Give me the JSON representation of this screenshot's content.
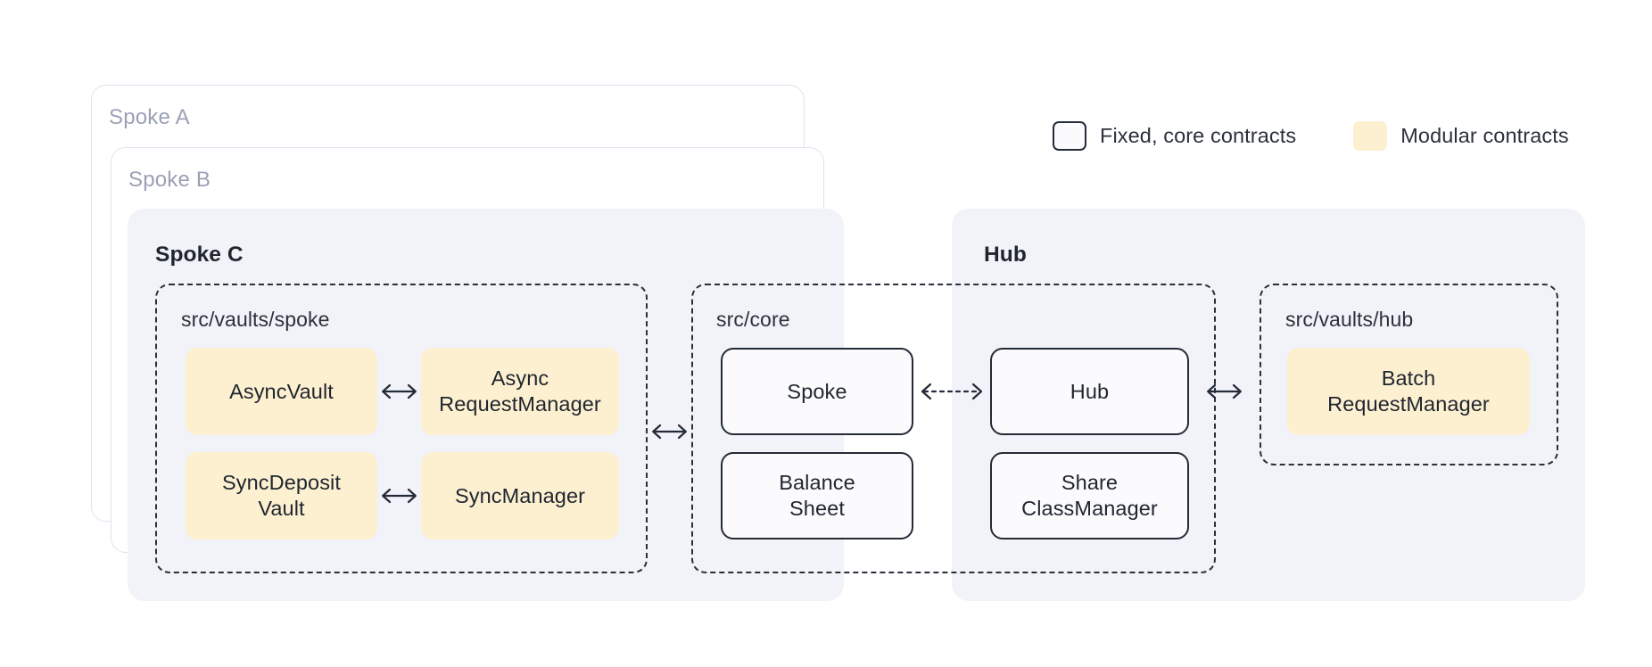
{
  "legend": {
    "items": [
      {
        "label": "Fixed, core contracts",
        "swatch": "core",
        "color": "#fbfbfe",
        "border": "#242b38"
      },
      {
        "label": "Modular contracts",
        "swatch": "modular",
        "color": "#fdf0d1"
      }
    ]
  },
  "shells": [
    {
      "title": "Spoke A"
    },
    {
      "title": "Spoke B"
    }
  ],
  "panels": {
    "spoke_c": {
      "title": "Spoke C"
    },
    "hub": {
      "title": "Hub"
    }
  },
  "groups": {
    "vaults_spoke": {
      "title": "src/vaults/spoke"
    },
    "core": {
      "title": "src/core"
    },
    "vaults_hub": {
      "title": "src/vaults/hub"
    }
  },
  "nodes": {
    "async_vault": {
      "label": "AsyncVault",
      "kind": "modular"
    },
    "async_request_manager": {
      "label": "Async\nRequestManager",
      "line1": "Async",
      "line2": "RequestManager",
      "kind": "modular"
    },
    "sync_deposit_vault": {
      "label": "SyncDeposit\nVault",
      "line1": "SyncDeposit",
      "line2": "Vault",
      "kind": "modular"
    },
    "sync_manager": {
      "label": "SyncManager",
      "kind": "modular"
    },
    "spoke": {
      "label": "Spoke",
      "kind": "core"
    },
    "balance_sheet": {
      "label": "Balance\nSheet",
      "line1": "Balance",
      "line2": "Sheet",
      "kind": "core"
    },
    "hub": {
      "label": "Hub",
      "kind": "core"
    },
    "share_class_manager": {
      "label": "Share\nClassManager",
      "line1": "Share",
      "line2": "ClassManager",
      "kind": "core"
    },
    "batch_request_manager": {
      "label": "Batch\nRequestManager",
      "line1": "Batch",
      "line2": "RequestManager",
      "kind": "modular"
    }
  },
  "arrows": [
    {
      "name": "async-vault-to-async-request-manager",
      "glyph": "bidirectional-solid",
      "style": "solid"
    },
    {
      "name": "sync-deposit-vault-to-sync-manager",
      "glyph": "bidirectional-solid",
      "style": "solid"
    },
    {
      "name": "vaults-spoke-to-core",
      "glyph": "bidirectional-solid",
      "style": "solid"
    },
    {
      "name": "spoke-to-hub",
      "glyph": "bidirectional-dashed",
      "style": "dashed"
    },
    {
      "name": "hub-to-vaults-hub",
      "glyph": "bidirectional-solid",
      "style": "solid"
    }
  ],
  "colors": {
    "modular_fill": "#fdf0d1",
    "core_fill": "#fbfbfe",
    "core_stroke": "#242b38",
    "panel_fill": "#f1f3f8",
    "shell_stroke": "#dfe3ef",
    "shell_title": "#9aa1b5",
    "text": "#20262f",
    "background": "#ffffff"
  }
}
